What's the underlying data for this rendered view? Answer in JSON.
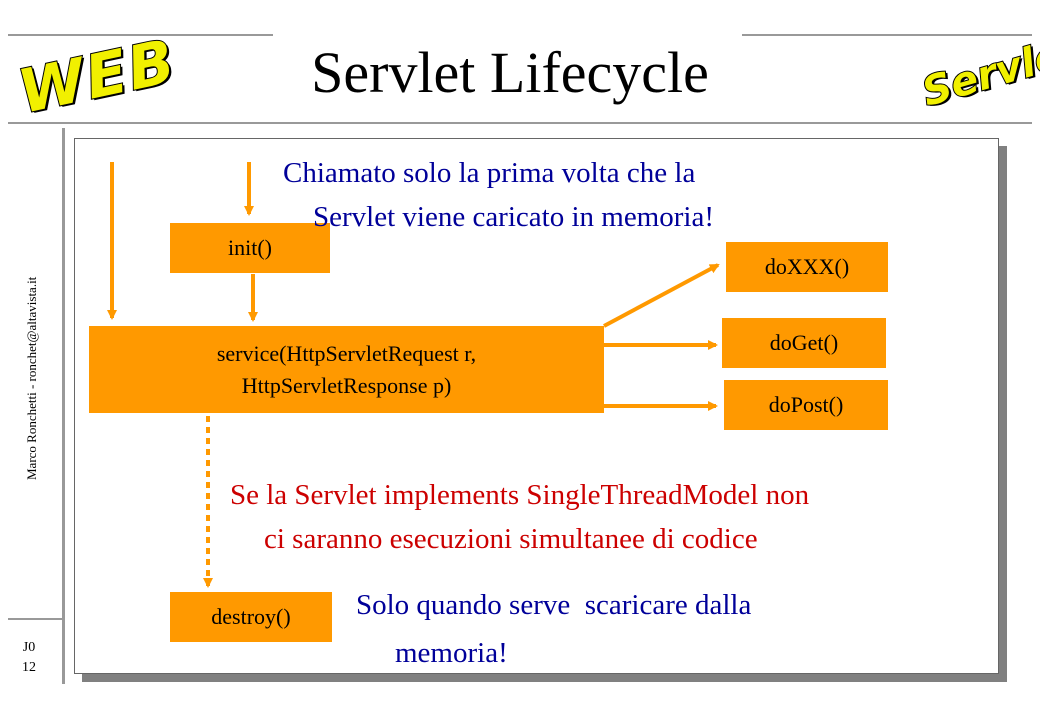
{
  "title": "Servlet Lifecycle",
  "logos": {
    "left": "WEB",
    "right": "Servlets"
  },
  "sidebar": {
    "author": "Marco Ronchetti - ronchet@altavista.it",
    "slide_code": "J0",
    "slide_number": "12"
  },
  "diagram": {
    "boxes": {
      "init": "init()",
      "service_line1": "service(HttpServletRequest r,",
      "service_line2": "HttpServletResponse p)",
      "doXXX": "doXXX()",
      "doGet": "doGet()",
      "doPost": "doPost()",
      "destroy": "destroy()"
    },
    "notes": {
      "init_line1": "Chiamato solo la prima volta che la",
      "init_line2": "Servlet viene caricato in memoria!",
      "single_thread_line1": "Se la Servlet implements SingleThreadModel non",
      "single_thread_line2": "ci saranno esecuzioni simultanee di codice",
      "destroy_line1": "Solo quando serve  scaricare dalla",
      "destroy_line2": "memoria!"
    },
    "colors": {
      "box": "#ff9900",
      "arrow": "#ff9900",
      "note_blue": "#000099",
      "note_red": "#cc0000"
    }
  }
}
